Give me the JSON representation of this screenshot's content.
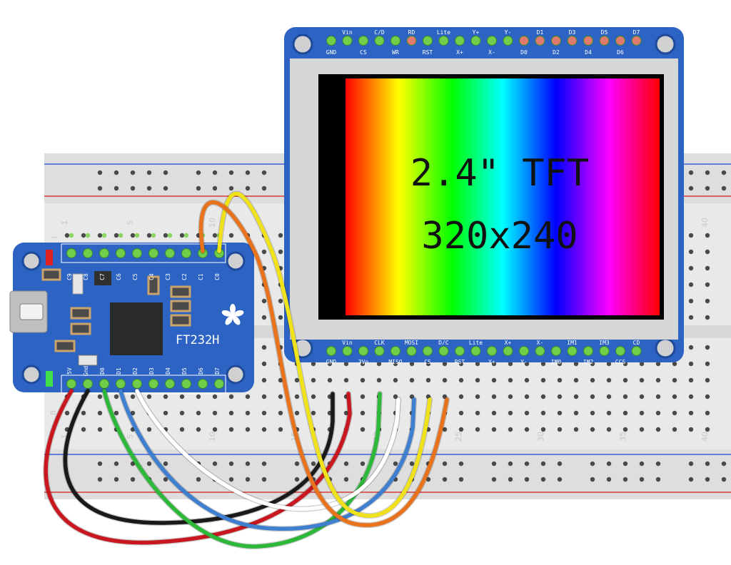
{
  "diagram": {
    "breadboard_column_numbers": [
      "1",
      "5",
      "10",
      "15",
      "20",
      "25",
      "30",
      "35",
      "40"
    ],
    "breadboard_row_letters": [
      "J",
      "B"
    ],
    "ft232h": {
      "label": "FT232H",
      "top_pins": [
        "C9",
        "C8",
        "C7",
        "C6",
        "C5",
        "C4",
        "C3",
        "C2",
        "C1",
        "C0"
      ],
      "bottom_pins": [
        "5V",
        "Gnd",
        "D0",
        "D1",
        "D2",
        "D3",
        "D4",
        "D5",
        "D6",
        "D7"
      ]
    },
    "tft": {
      "title_line1": "2.4\" TFT",
      "title_line2": "320x240",
      "top_pins_upper": [
        "Vin",
        "C/D",
        "RD",
        "Lite",
        "Y+",
        "Y-",
        "D1",
        "D3",
        "D5",
        "D7"
      ],
      "top_pins_lower": [
        "GND",
        "CS",
        "WR",
        "RST",
        "X+",
        "X-",
        "D0",
        "D2",
        "D4",
        "D6"
      ],
      "bottom_pins_upper": [
        "Vin",
        "CLK",
        "MOSI",
        "D/C",
        "Lite",
        "X+",
        "X-",
        "IM1",
        "IM3",
        "CD"
      ],
      "bottom_pins_lower": [
        "GND",
        "3Vo",
        "MISO",
        "CS",
        "RST",
        "Y+",
        "Y-",
        "IM0",
        "IM2",
        "CCS"
      ]
    },
    "wires": [
      {
        "color": "#c8171e",
        "from": "FT232H 5V",
        "to": "TFT Vin"
      },
      {
        "color": "#1a1a1a",
        "from": "FT232H Gnd",
        "to": "TFT GND"
      },
      {
        "color": "#2db83a",
        "from": "FT232H D0",
        "to": "TFT CLK"
      },
      {
        "color": "#3f7fd0",
        "from": "FT232H D1",
        "to": "TFT MOSI"
      },
      {
        "color": "#ffffff",
        "from": "FT232H D2",
        "to": "TFT MISO"
      },
      {
        "color": "#f0e21a",
        "from": "FT232H C0",
        "to": "TFT CS"
      },
      {
        "color": "#e8731c",
        "from": "FT232H C1",
        "to": "TFT D/C"
      }
    ]
  }
}
